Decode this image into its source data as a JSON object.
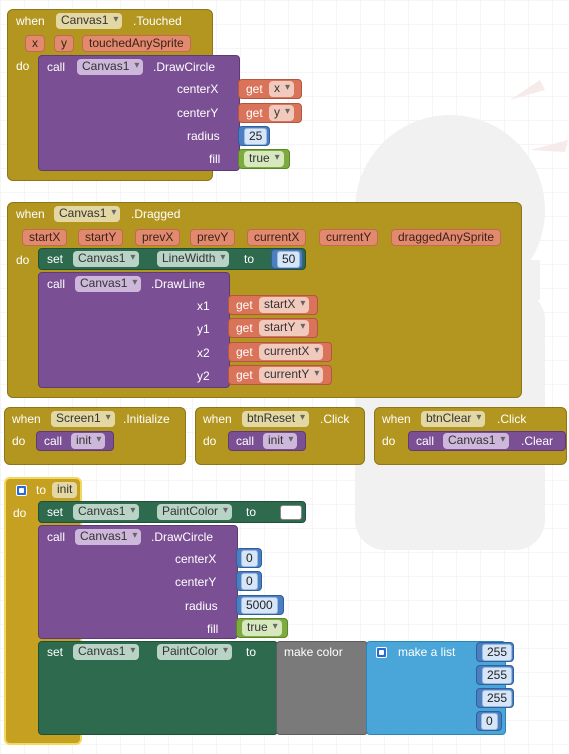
{
  "kw": {
    "when": "when",
    "do": "do",
    "call": "call",
    "set": "set",
    "to": "to",
    "get": "get"
  },
  "touched": {
    "component": "Canvas1",
    "event": ".Touched",
    "params": [
      "x",
      "y",
      "touchedAnySprite"
    ],
    "method": ".DrawCircle",
    "args": [
      "centerX",
      "centerY",
      "radius",
      "fill"
    ],
    "getX": "x",
    "getY": "y",
    "radius": "25",
    "fill": "true"
  },
  "dragged": {
    "component": "Canvas1",
    "event": ".Dragged",
    "params": [
      "startX",
      "startY",
      "prevX",
      "prevY",
      "currentX",
      "currentY",
      "draggedAnySprite"
    ],
    "prop": "LineWidth",
    "width": "50",
    "method": ".DrawLine",
    "args": [
      "x1",
      "y1",
      "x2",
      "y2"
    ],
    "gets": [
      "startX",
      "startY",
      "currentX",
      "currentY"
    ]
  },
  "screen_init": {
    "component": "Screen1",
    "event": ".Initialize",
    "proc": "init"
  },
  "reset_click": {
    "component": "btnReset",
    "event": ".Click",
    "proc": "init"
  },
  "clear_click": {
    "component": "btnClear",
    "event": ".Click",
    "target": "Canvas1",
    "method": ".Clear"
  },
  "init_proc": {
    "name": "init",
    "prop": "PaintColor",
    "color": "#ffffff",
    "method": ".DrawCircle",
    "args": [
      "centerX",
      "centerY",
      "radius",
      "fill"
    ],
    "vals": [
      "0",
      "0",
      "5000",
      "true"
    ],
    "make_color": "make color",
    "make_list": "make a list",
    "rgba": [
      "255",
      "255",
      "255",
      "0"
    ]
  }
}
